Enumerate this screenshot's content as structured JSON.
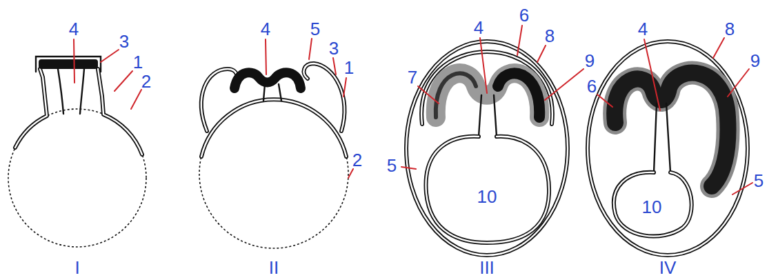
{
  "diagram": {
    "labels": [
      "4",
      "3",
      "1",
      "2",
      "4",
      "5",
      "3",
      "1",
      "2",
      "4",
      "6",
      "8",
      "7",
      "9",
      "5",
      "10",
      "4",
      "8",
      "9",
      "6",
      "5",
      "10",
      "I",
      "II",
      "III",
      "IV"
    ]
  }
}
